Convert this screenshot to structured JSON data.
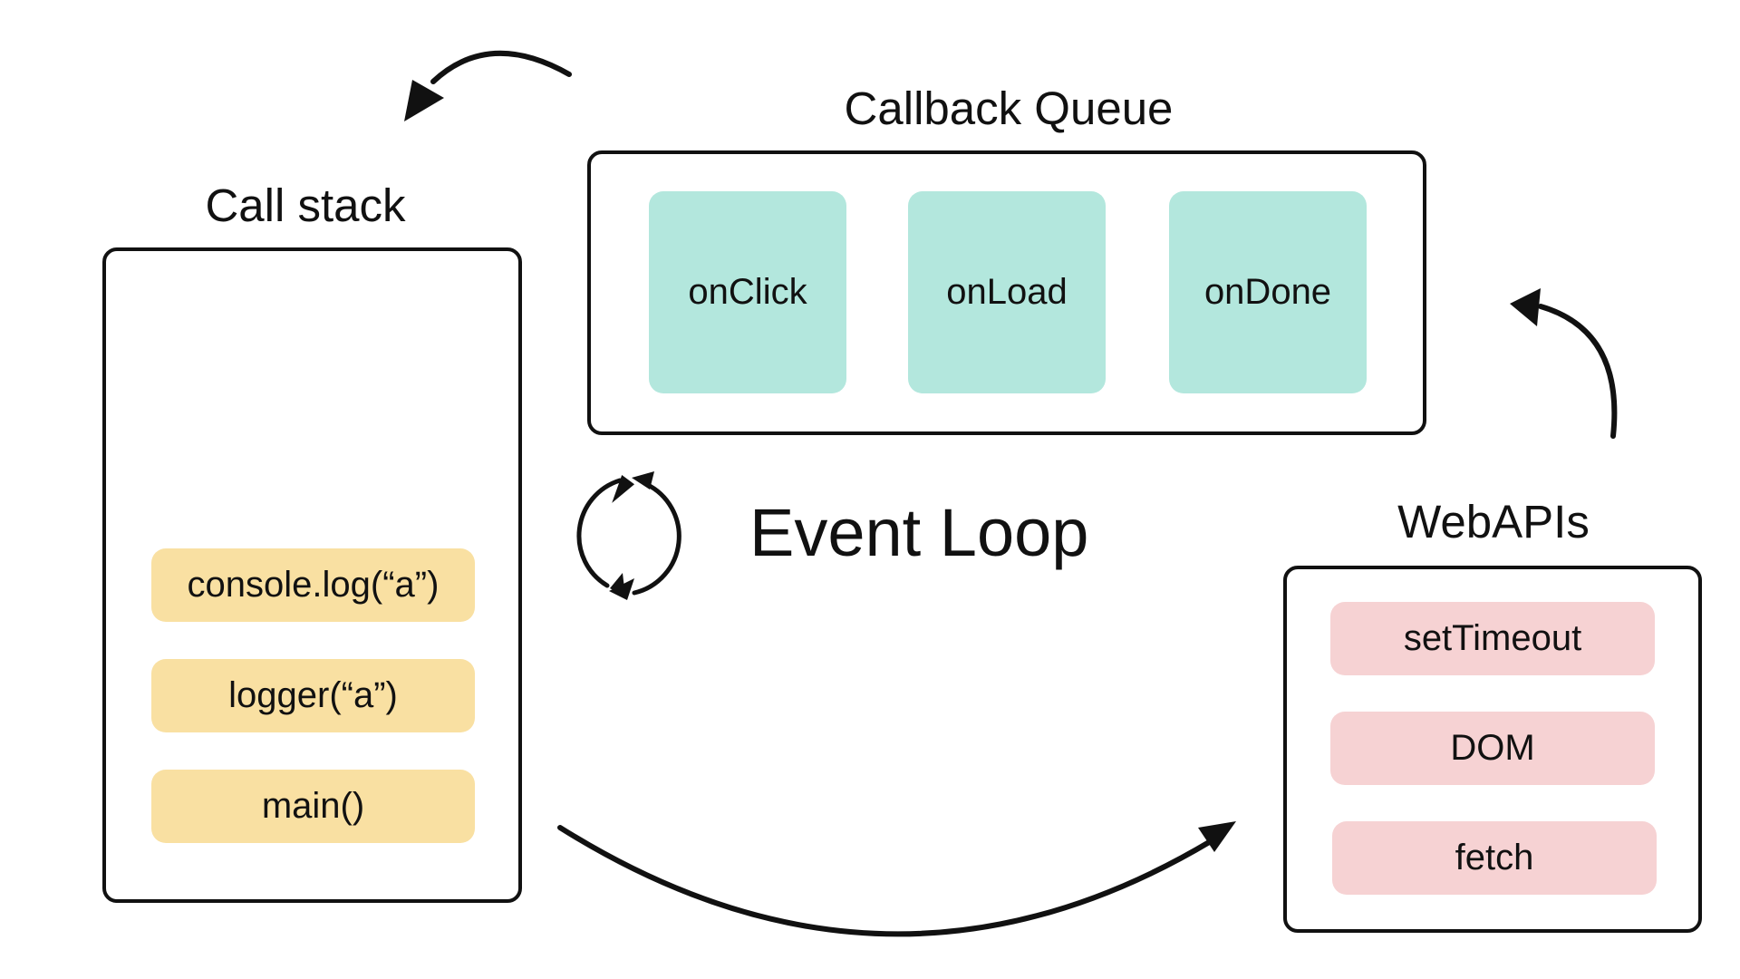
{
  "colors": {
    "queue_item": "#b3e7dd",
    "stack_frame": "#f9e0a2",
    "web_api": "#f6d2d3",
    "stroke": "#111111"
  },
  "callback_queue": {
    "title": "Callback Queue",
    "items": [
      "onClick",
      "onLoad",
      "onDone"
    ]
  },
  "call_stack": {
    "title": "Call stack",
    "frames": [
      "console.log(“a”)",
      "logger(“a”)",
      "main()"
    ]
  },
  "event_loop": {
    "label": "Event Loop",
    "icon": "cycle-arrows-icon"
  },
  "web_apis": {
    "title": "WebAPIs",
    "items": [
      "setTimeout",
      "DOM",
      "fetch"
    ]
  },
  "arrows": [
    "arrow-queue-to-stack-icon",
    "arrow-stack-to-webapis-icon",
    "arrow-webapis-to-queue-icon"
  ]
}
